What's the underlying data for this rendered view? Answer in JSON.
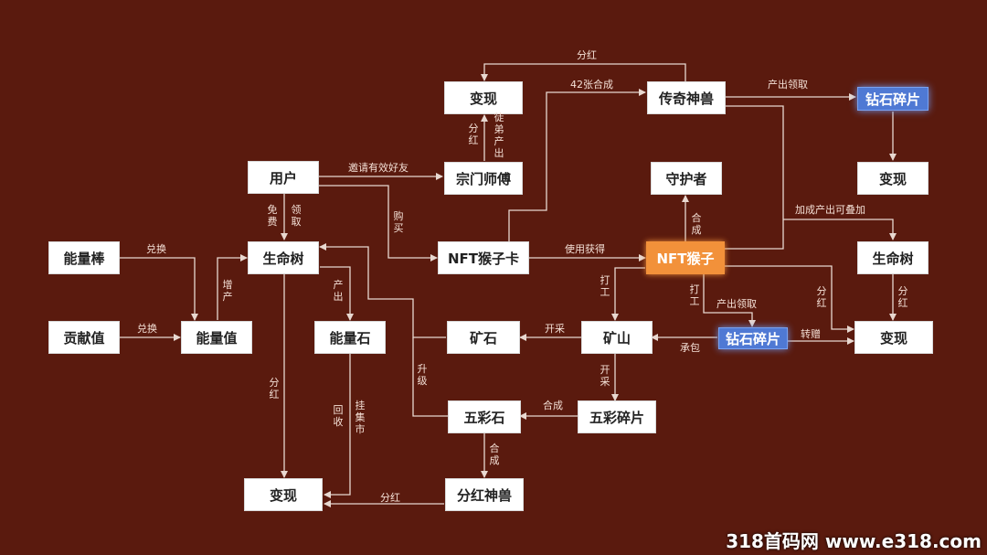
{
  "colors": {
    "background": "#5a1a0e",
    "line": "#e8d8d0",
    "highlight_orange": "#f2913a",
    "highlight_blue": "#4f79d4"
  },
  "nodes": {
    "bianxian_top": "变现",
    "chuanqi": "传奇神兽",
    "zuanshi_top": "钻石碎片",
    "zongmen": "宗门师傅",
    "yonghu": "用户",
    "shouhu": "守护者",
    "bianxian_right_top": "变现",
    "nengliangbang": "能量棒",
    "shengmingshu": "生命树",
    "nft_card": "NFT猴子卡",
    "nft_monkey": "NFT猴子",
    "shengmingshu_right": "生命树",
    "gongxian": "贡献值",
    "nengliangzhi": "能量值",
    "nengliangshi": "能量石",
    "kuangshi": "矿石",
    "kuangshan": "矿山",
    "zuanshi_mid": "钻石碎片",
    "bianxian_right": "变现",
    "wucaishi": "五彩石",
    "wucai_suipian": "五彩碎片",
    "bianxian_bottom": "变现",
    "fenhong_shenshou": "分红神兽"
  },
  "labels": {
    "fenhong_top": "分红",
    "he42": "42张合成",
    "chanchu_top": "产出领取",
    "fenhong_v": "分红",
    "tudi": "徒弟产出",
    "yaoqing": "邀请有效好友",
    "mianfei": "免费",
    "lingqu": "领取",
    "goumai": "购买",
    "hecheng_shouhu": "合成",
    "jiacheng": "加成产出可叠加",
    "duihuan1": "兑换",
    "zengchan": "增产",
    "shiyong": "使用获得",
    "chanchu_nl": "产出",
    "dagong1": "打工",
    "dagong2": "打工",
    "chanchu_mid": "产出领取",
    "fenhong_r1": "分红",
    "fenhong_r2": "分红",
    "duihuan2": "兑换",
    "kaicai1": "开采",
    "chengbao": "承包",
    "zhuanzeng": "转赠",
    "fenhong_left": "分红",
    "shengji": "升级",
    "huishou": "回收",
    "guaji": "挂集市",
    "kaicai2": "开采",
    "hecheng_ws": "合成",
    "hecheng_fh": "合成",
    "fenhong_bottom": "分红"
  },
  "watermark": "318首码网 www.e318.com"
}
